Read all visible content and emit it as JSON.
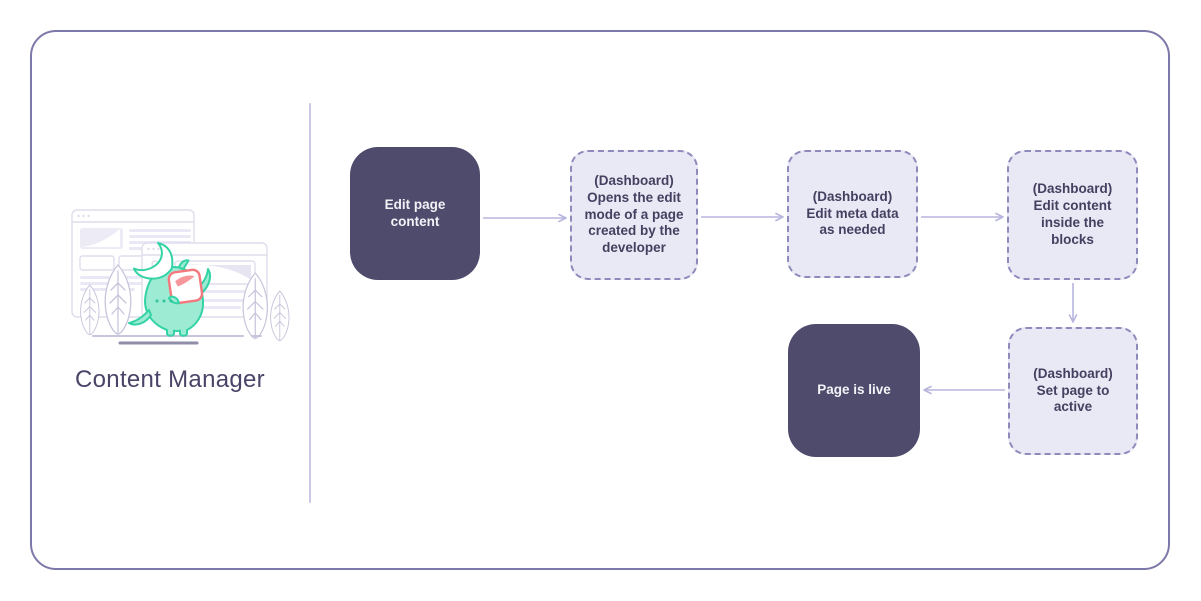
{
  "panel": {
    "title": "Content Manager",
    "illustration_icons": [
      "mascot-icon",
      "browser-window-icon",
      "content-card-icon",
      "plant-leaf-icon"
    ]
  },
  "flow": {
    "nodes": [
      {
        "id": "edit-page-content",
        "style": "solid",
        "label": "Edit page content"
      },
      {
        "id": "opens-edit-mode",
        "style": "dashed",
        "context": "(Dashboard)",
        "label": "Opens the edit mode of a page created by the developer"
      },
      {
        "id": "edit-meta-data",
        "style": "dashed",
        "context": "(Dashboard)",
        "label": "Edit meta data as needed"
      },
      {
        "id": "edit-content-blocks",
        "style": "dashed",
        "context": "(Dashboard)",
        "label": "Edit content inside the blocks"
      },
      {
        "id": "set-page-active",
        "style": "dashed",
        "context": "(Dashboard)",
        "label": "Set page to active"
      },
      {
        "id": "page-is-live",
        "style": "solid",
        "label": "Page is live"
      }
    ],
    "edges": [
      "edit-page-content -> opens-edit-mode",
      "opens-edit-mode -> edit-meta-data",
      "edit-meta-data -> edit-content-blocks",
      "edit-content-blocks -> set-page-active",
      "set-page-active -> page-is-live"
    ]
  },
  "colors": {
    "frame_border": "#7c78a9",
    "divider": "#c9c7e2",
    "node_solid_fill": "#4f4b6c",
    "node_solid_text": "#f3f2f7",
    "node_dashed_fill": "#e9e8f5",
    "node_dashed_border": "#8e8abc",
    "node_dashed_text": "#454060",
    "arrow": "#b8b5de",
    "caption_text": "#4a4568",
    "mascot_fill": "#9debd3",
    "mascot_stroke": "#33d3a5",
    "card_red": "#f4787d",
    "wireframe": "#dfddec"
  }
}
